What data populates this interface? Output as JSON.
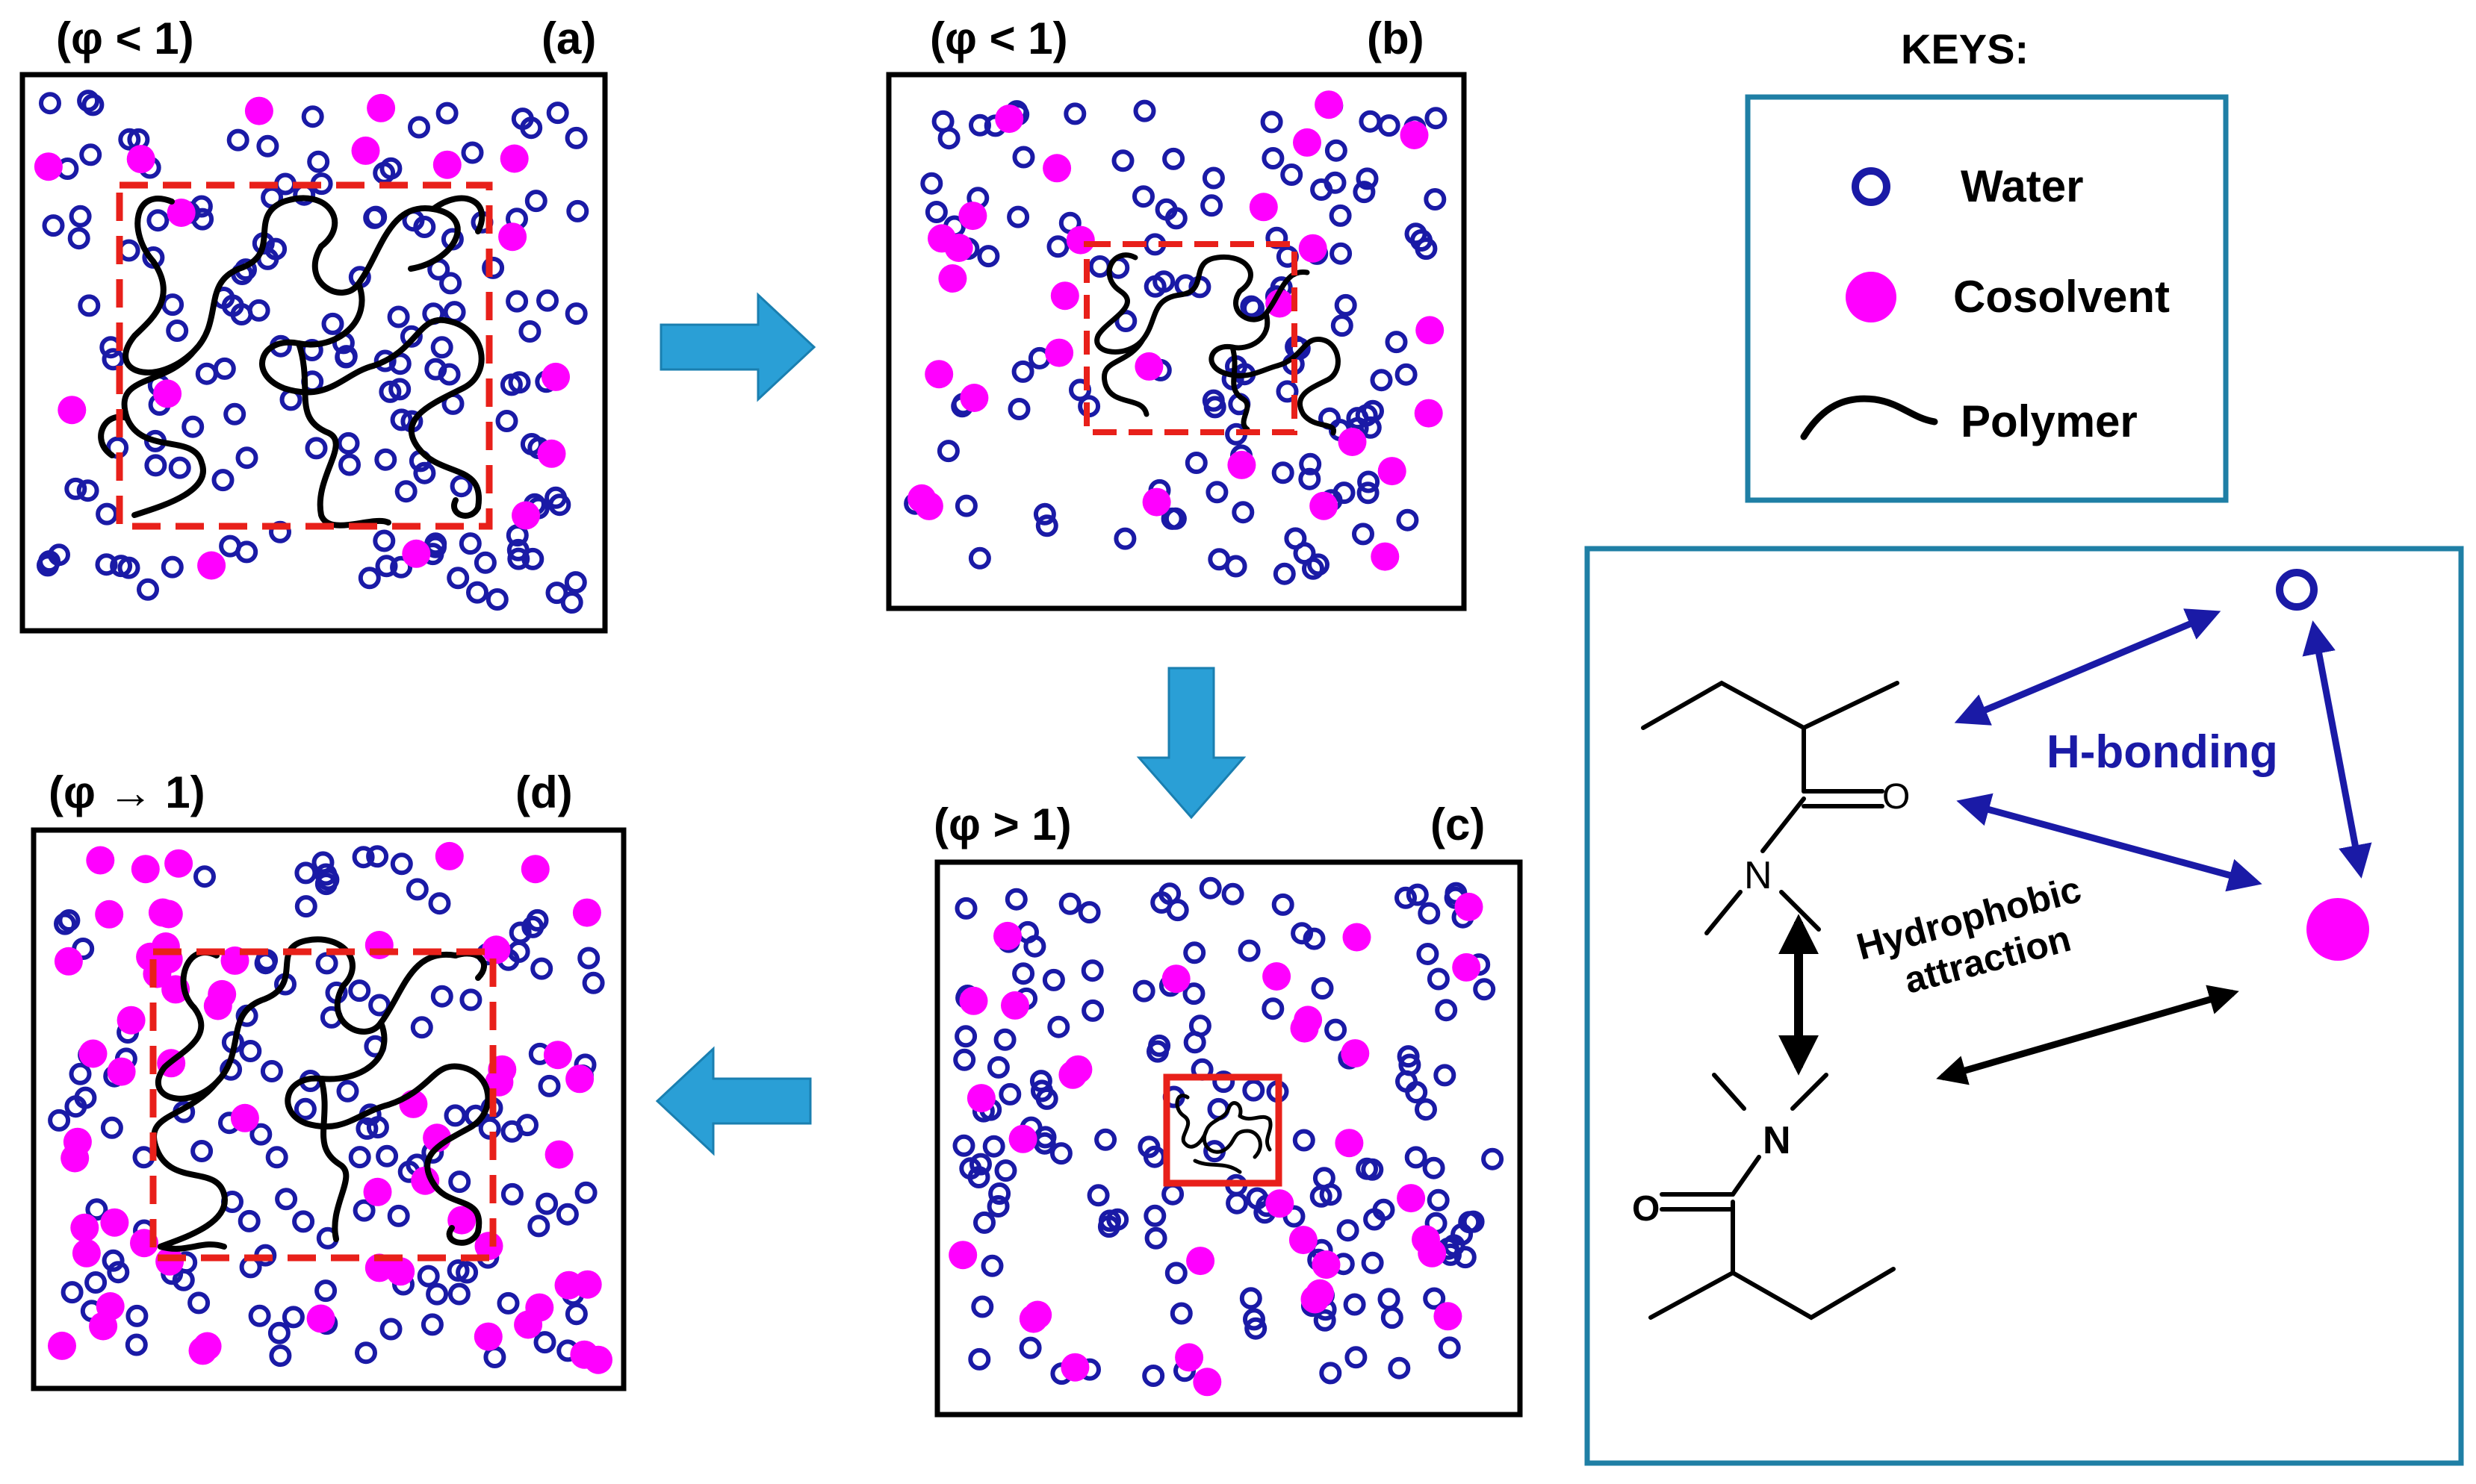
{
  "panels": [
    {
      "id": "a",
      "phi_label": "(φ < 1)",
      "letter": "(a)"
    },
    {
      "id": "b",
      "phi_label": "(φ < 1)",
      "letter": "(b)"
    },
    {
      "id": "c",
      "phi_label": "(φ > 1)",
      "letter": "(c)"
    },
    {
      "id": "d",
      "phi_label": "(φ → 1)",
      "letter": "(d)"
    }
  ],
  "keys": {
    "title": "KEYS:",
    "water": "Water",
    "cosolvent": "Cosolvent",
    "polymer": "Polymer"
  },
  "interactions": {
    "h_bonding": "H-bonding",
    "hydrophobic_line1": "Hydrophobic",
    "hydrophobic_line2": "attraction",
    "atom_o": "O",
    "atom_n": "N"
  },
  "colors": {
    "water": "#1a1aa6",
    "cosolvent": "#ff00ff",
    "polymer": "#000000",
    "box_outline": "#e8201a",
    "flow_arrow": "#2a9fd6",
    "key_border": "#1f7fa5",
    "h_bond": "#1a1aa6",
    "hydrophobic": "#000000"
  }
}
